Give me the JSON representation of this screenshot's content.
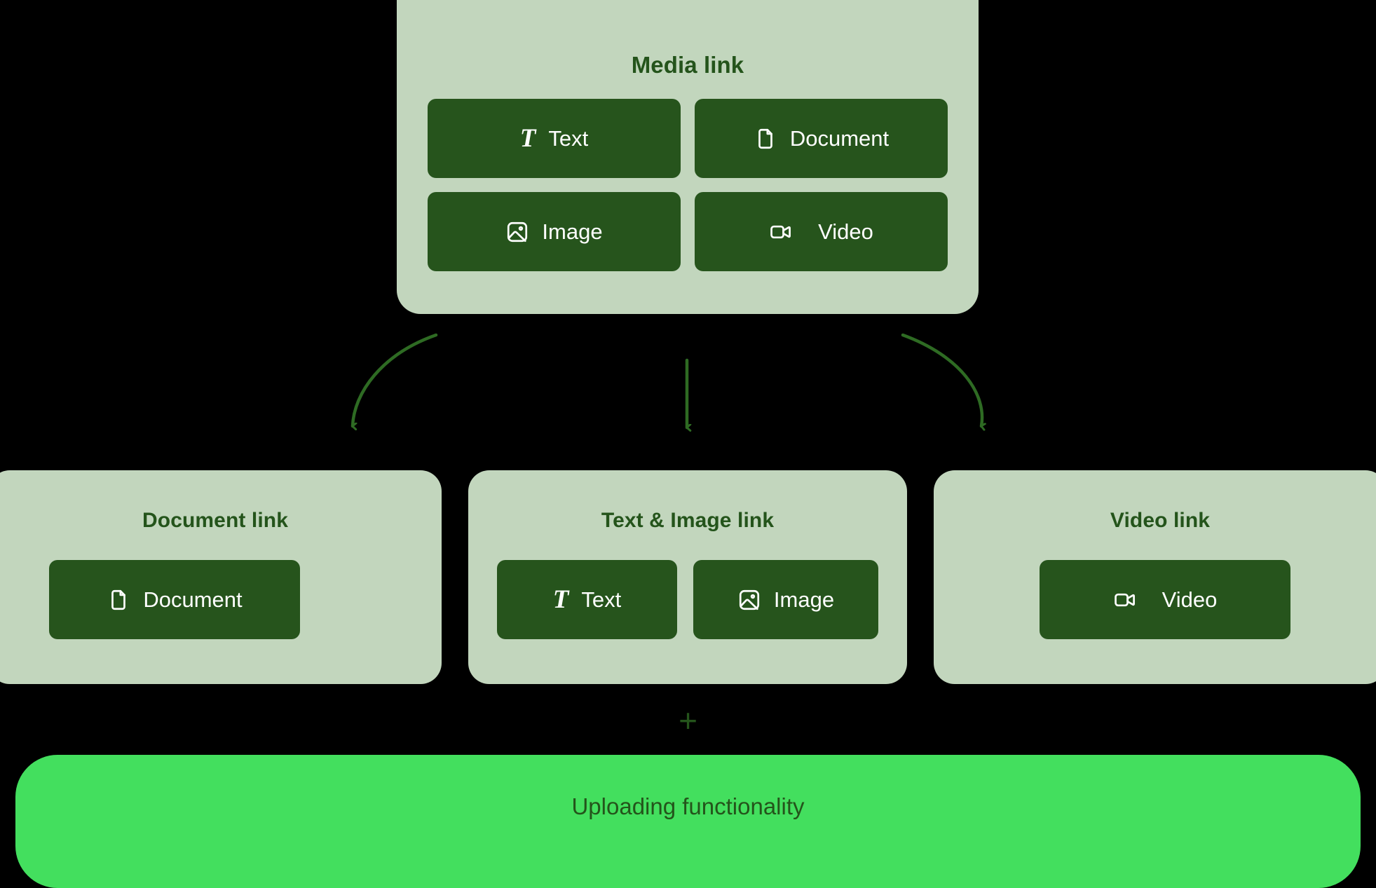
{
  "diagram": {
    "background_color": "#000000",
    "card_color": "#c2d6bd",
    "button_color": "#26541c",
    "accent_color": "#43df5e",
    "text_dark_color": "#24541b",
    "arrow_color": "#2e6b23"
  },
  "media_card": {
    "title": "Media link",
    "buttons": [
      {
        "label": "Text",
        "icon": "text-t-icon"
      },
      {
        "label": "Document",
        "icon": "document-icon"
      },
      {
        "label": "Image",
        "icon": "image-icon"
      },
      {
        "label": "Video",
        "icon": "video-camera-icon"
      }
    ]
  },
  "document_card": {
    "title": "Document link",
    "buttons": [
      {
        "label": "Document",
        "icon": "document-icon"
      }
    ]
  },
  "text_image_card": {
    "title": "Text & Image link",
    "buttons": [
      {
        "label": "Text",
        "icon": "text-t-icon"
      },
      {
        "label": "Image",
        "icon": "image-icon"
      }
    ]
  },
  "video_card": {
    "title": "Video link",
    "buttons": [
      {
        "label": "Video",
        "icon": "video-camera-icon"
      }
    ]
  },
  "connector": {
    "plus": "+"
  },
  "upload_bar": {
    "label": "Uploading functionality"
  }
}
